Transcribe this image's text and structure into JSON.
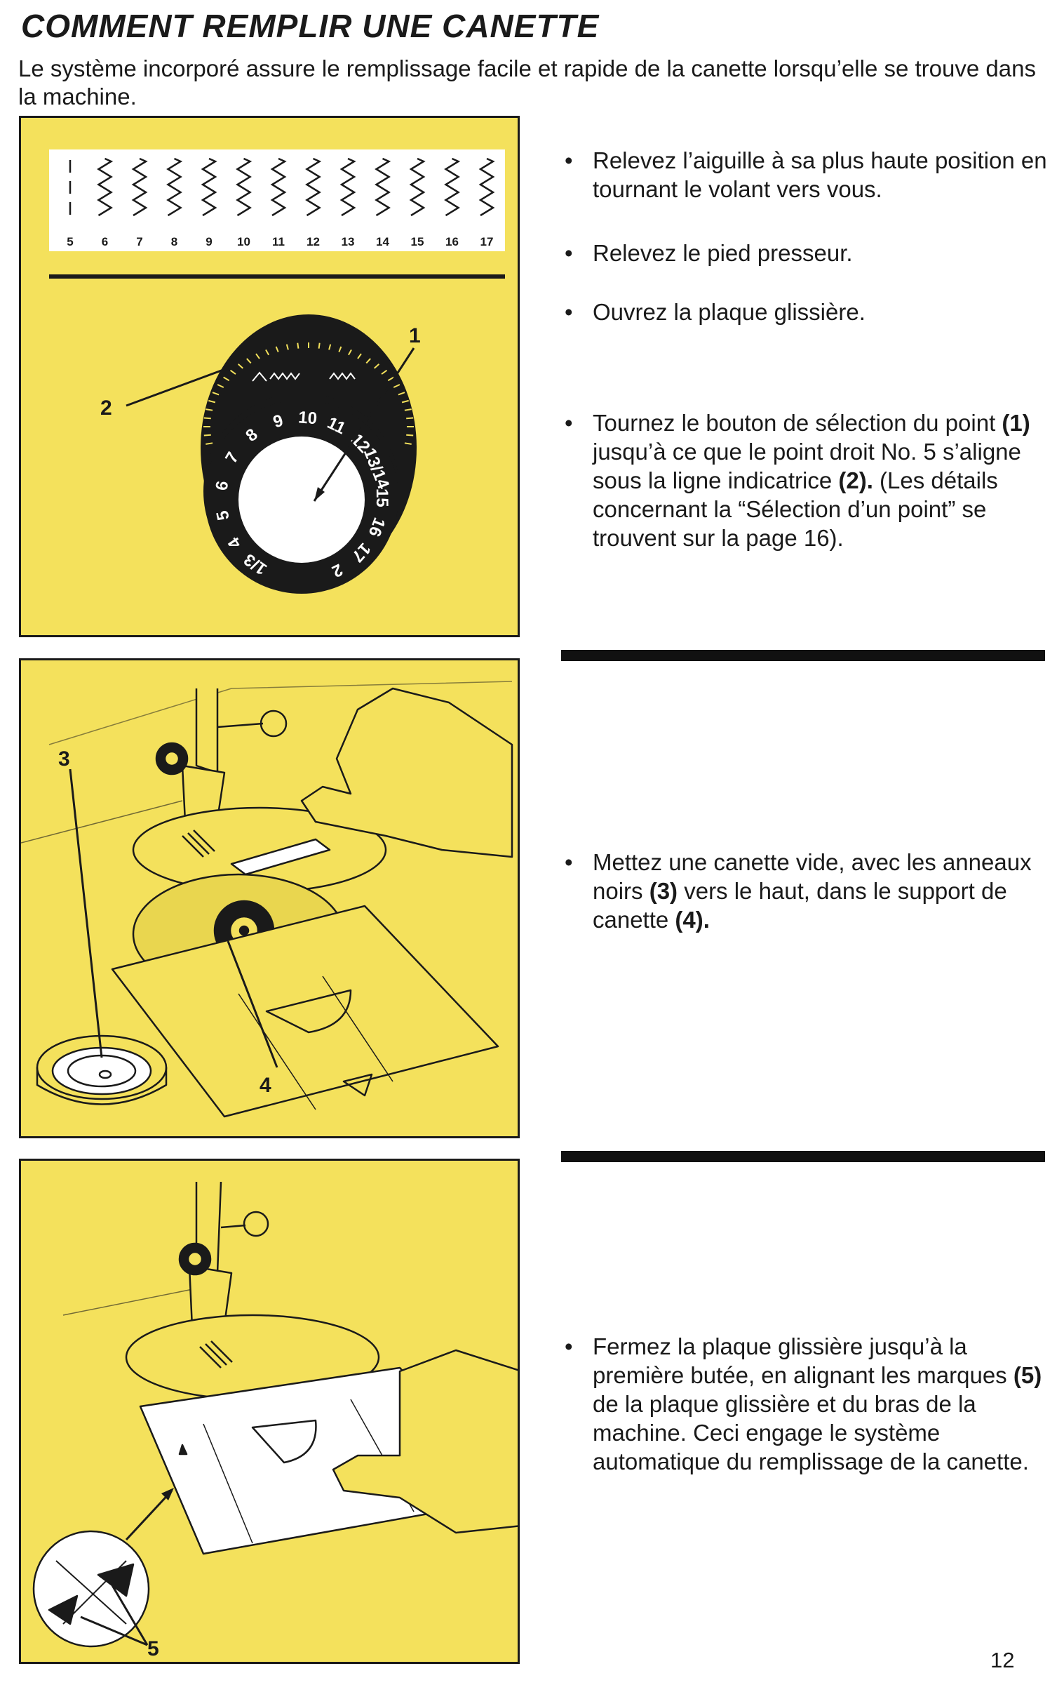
{
  "page": {
    "title": "COMMENT REMPLIR UNE CANETTE",
    "intro": "Le système incorporé assure le remplissage facile et rapide de la canette lorsqu’elle se trouve dans la machine.",
    "page_number": "12"
  },
  "stitch_chart": {
    "numbers": [
      "5",
      "6",
      "7",
      "8",
      "9",
      "10",
      "11",
      "12",
      "13",
      "14",
      "15",
      "16",
      "17"
    ]
  },
  "dial": {
    "numbers": [
      "1/3",
      "4",
      "5",
      "6",
      "7",
      "8",
      "9",
      "10",
      "11",
      "12",
      "13/14",
      "15",
      "16",
      "17",
      "2"
    ]
  },
  "callouts": {
    "selector_knob": "1",
    "indicator_line": "2",
    "bobbin_rings": "3",
    "bobbin_support": "4",
    "marks": "5"
  },
  "steps": {
    "s1": {
      "bullet": "•",
      "text": "Relevez l’aiguille à sa plus haute position en tournant le volant vers vous."
    },
    "s2": {
      "bullet": "•",
      "text": "Relevez le pied presseur."
    },
    "s3": {
      "bullet": "•",
      "text": "Ouvrez la plaque glissière."
    },
    "s4": {
      "bullet": "•",
      "t1": "Tournez le bouton de sélection du point ",
      "b1": "(1)",
      "t2": " jusqu’à ce que le point droit No. 5 s’aligne sous la ligne indicatrice ",
      "b2": "(2).",
      "t3": " (Les détails concernant la “Sélection d’un point” se trouvent sur la page 16)."
    },
    "s5": {
      "bullet": "•",
      "t1": "Mettez une canette vide, avec les anneaux noirs ",
      "b1": "(3)",
      "t2": " vers le haut, dans le support de canette ",
      "b2": "(4)."
    },
    "s6": {
      "bullet": "•",
      "t1": "Fermez la plaque glissière jusqu’à la première butée, en alignant les marques ",
      "b1": "(5)",
      "t2": " de la plaque glissière et du bras de la machine. Ceci engage le système automatique du remplissage de la canette."
    }
  },
  "colors": {
    "panel": "#f4e15c",
    "ink": "#1a1a1a"
  }
}
